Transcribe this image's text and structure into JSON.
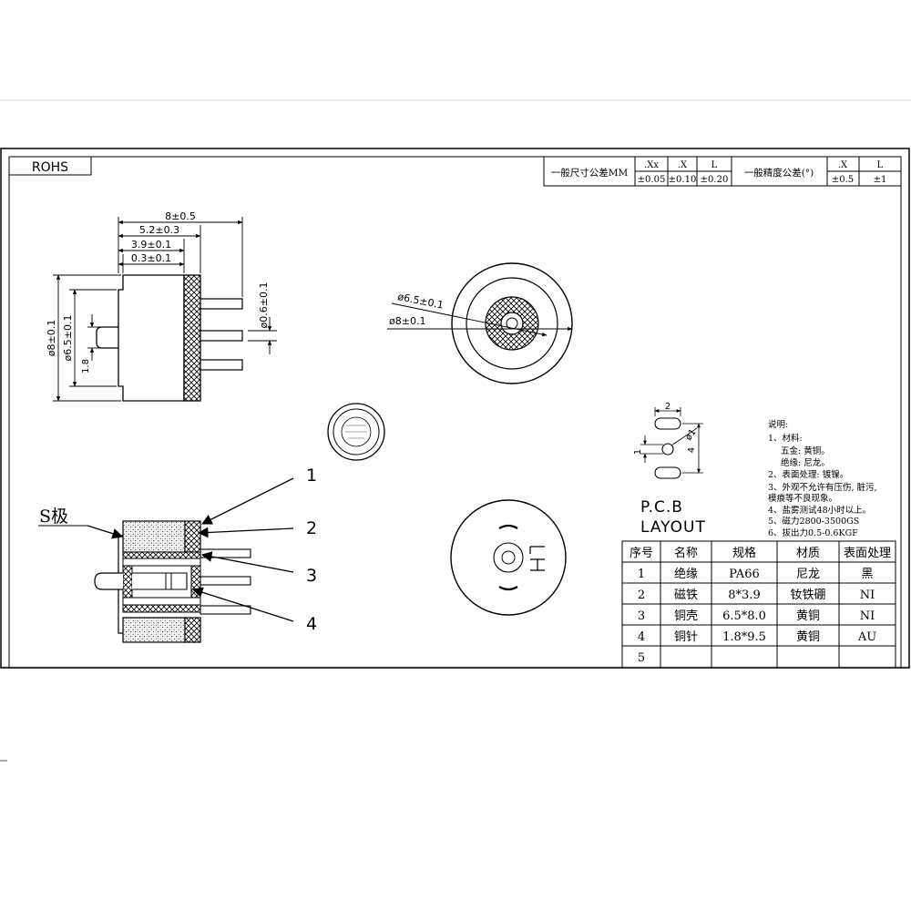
{
  "rohs_label": "ROHS",
  "tolerance_general": {
    "label": "一般尺寸公差MM",
    "headers": [
      ".Xx",
      ".X",
      "L"
    ],
    "values": [
      "±0.05",
      "±0.10",
      "±0.20"
    ]
  },
  "tolerance_angle": {
    "label": "一般精度公差(°)",
    "headers": [
      ".X",
      "L"
    ],
    "values": [
      "±0.5",
      "±1"
    ]
  },
  "side_view": {
    "dim_8": "8±0.5",
    "dim_5_2": "5.2±0.3",
    "dim_3_9": "3.9±0.1",
    "dim_0_3": "0.3±0.1",
    "dia_8": "ø8±0.1",
    "dia_6_5": "ø6.5±0.1",
    "dim_1_8": "1.8",
    "pin_dia": "ø0.6±0.1"
  },
  "top_view": {
    "dia_6_5": "ø6.5±0.1",
    "dia_8": "ø8±0.1"
  },
  "section_view": {
    "pole_label": "S极",
    "callouts": [
      "1",
      "2",
      "3",
      "4"
    ]
  },
  "pcb": {
    "dim_2": "2",
    "dim_1": "1",
    "dim_4": "4",
    "dia_1": "ø1",
    "title_line1": "P.C.B",
    "title_line2": "LAYOUT"
  },
  "notes": {
    "title": "说明:",
    "lines": [
      "1、材料:",
      "五金: 黄铜。",
      "绝缘: 尼龙。",
      "2、表面处理: 镀镍。",
      "3、外观不允许有压伤, 脏污,",
      "模痕等不良现象。",
      "4、盐雾测试48小时以上。",
      "5、磁力2800-3500GS",
      "6、拔出力0.5-0.6KGF"
    ]
  },
  "bom": {
    "headers": [
      "序号",
      "名称",
      "规格",
      "材质",
      "表面处理"
    ],
    "rows": [
      [
        "1",
        "绝缘",
        "PA66",
        "尼龙",
        "黑"
      ],
      [
        "2",
        "磁铁",
        "8*3.9",
        "钕铁硼",
        "NI"
      ],
      [
        "3",
        "铜壳",
        "6.5*8.0",
        "黄铜",
        "NI"
      ],
      [
        "4",
        "铜针",
        "1.8*9.5",
        "黄铜",
        "AU"
      ],
      [
        "5",
        "",
        "",
        "",
        ""
      ]
    ]
  }
}
